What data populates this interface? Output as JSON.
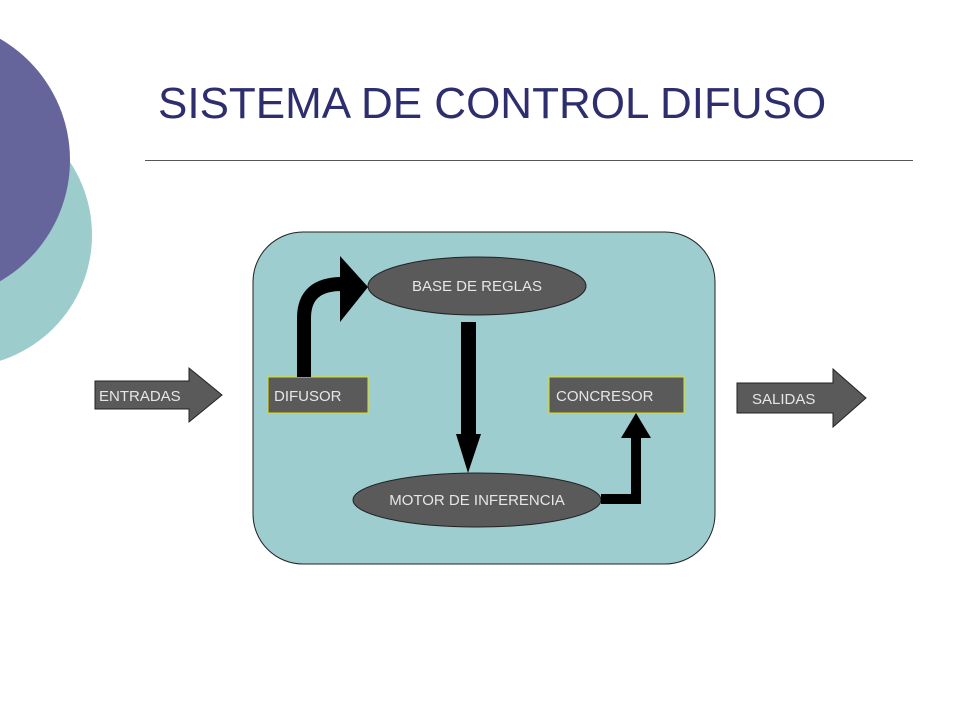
{
  "slide": {
    "title": "SISTEMA DE CONTROL DIFUSO"
  },
  "diagram": {
    "inputs_label": "ENTRADAS",
    "outputs_label": "SALIDAS",
    "fuzzifier_label": "DIFUSOR",
    "defuzzifier_label": "CONCRESOR",
    "rule_base_label": "BASE DE REGLAS",
    "inference_engine_label": "MOTOR DE INFERENCIA"
  },
  "colors": {
    "title": "#2e2e6e",
    "panel": "#9dcdcf",
    "node_fill": "#5a5a5a",
    "box_border": "#e4e000",
    "decor_purple": "#65659b",
    "decor_teal": "#9ccccc"
  }
}
